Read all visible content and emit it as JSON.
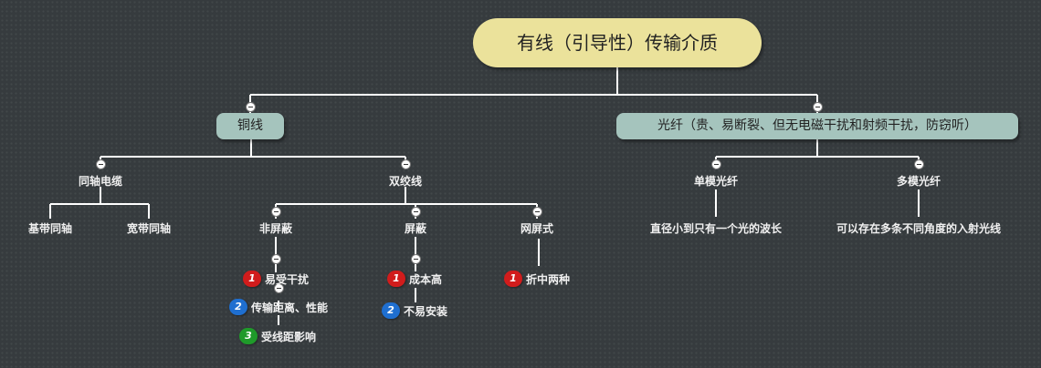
{
  "root": {
    "title": "有线（引导性）传输介质"
  },
  "copper": {
    "label": "铜线",
    "coax": {
      "label": "同轴电缆",
      "children": [
        "基带同轴",
        "宽带同轴"
      ]
    },
    "twisted": {
      "label": "双绞线",
      "utp": {
        "label": "非屏蔽",
        "notes": [
          {
            "num": "1",
            "text": "易受干扰"
          },
          {
            "num": "2",
            "text": "传输距离、性能"
          },
          {
            "num": "3",
            "text": "受线距影响"
          }
        ]
      },
      "stp": {
        "label": "屏蔽",
        "notes": [
          {
            "num": "1",
            "text": "成本高"
          },
          {
            "num": "2",
            "text": "不易安装"
          }
        ]
      },
      "mesh": {
        "label": "网屏式",
        "notes": [
          {
            "num": "1",
            "text": "折中两种"
          }
        ]
      }
    }
  },
  "fiber": {
    "label": "光纤（贵、易断裂、但无电磁干扰和射频干扰，防窃听）",
    "single": {
      "label": "单模光纤",
      "desc": "直径小到只有一个光的波长"
    },
    "multi": {
      "label": "多模光纤",
      "desc": "可以存在多条不同角度的入射光线"
    }
  },
  "colors": {
    "background": "#363b3e",
    "root_fill": "#ebe29b",
    "branch_fill": "#a5c4bd",
    "badge_1": "#d11c1c",
    "badge_2": "#1f6fd0",
    "badge_3": "#1f9a2a"
  }
}
